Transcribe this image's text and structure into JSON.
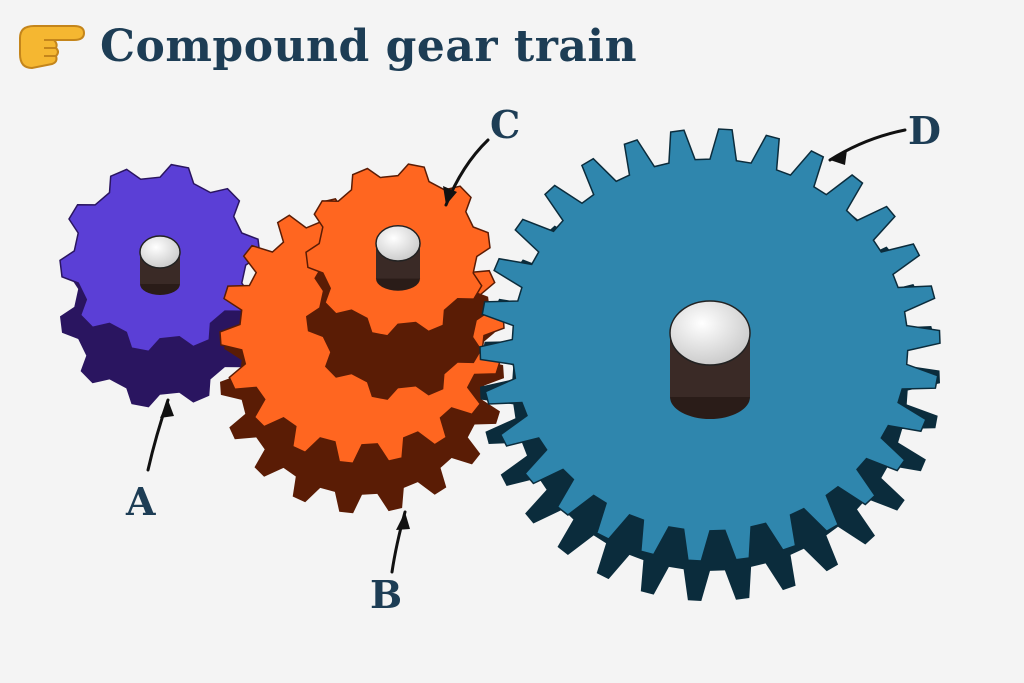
{
  "title": "Compound gear train",
  "pointer_icon": "backhand-index-pointing-right-icon",
  "gears": [
    {
      "label": "A",
      "teeth": 10,
      "color": "#5b3fd6",
      "dark": "#2a1560"
    },
    {
      "label": "B",
      "teeth": 18,
      "color": "#ff6620",
      "dark": "#5a1c05"
    },
    {
      "label": "C",
      "teeth": 10,
      "color": "#ff6620",
      "dark": "#5a1c05"
    },
    {
      "label": "D",
      "teeth": 30,
      "color": "#2f86ad",
      "dark": "#0b2c3c"
    }
  ],
  "colors": {
    "label": "#1d3d55",
    "axle": "#e6e6e6",
    "background": "#f4f4f4"
  }
}
